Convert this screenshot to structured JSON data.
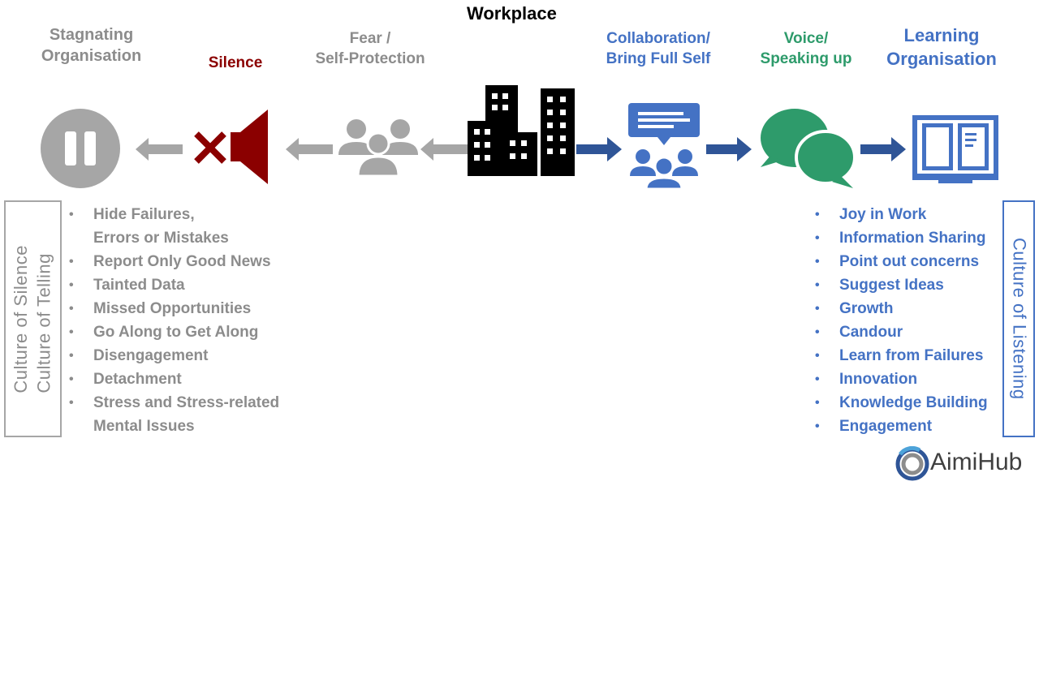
{
  "title": "Workplace",
  "stages": {
    "stagnating": "Stagnating\nOrganisation",
    "silence": "Silence",
    "fear": "Fear /\nSelf-Protection",
    "collaboration": "Collaboration/\nBring Full Self",
    "voice": "Voice/\nSpeaking up",
    "learning": "Learning\nOrganisation"
  },
  "left_box": {
    "line1": "Culture of Silence",
    "line2": "Culture of Telling"
  },
  "right_box": {
    "label": "Culture of Listening"
  },
  "negative_items": [
    "Hide Failures,",
    "Errors or Mistakes",
    "Report Only Good News",
    "Tainted Data",
    "Missed Opportunities",
    "Go Along to Get Along",
    "Disengagement",
    "Detachment",
    "Stress and Stress-related",
    "Mental Issues"
  ],
  "positive_items": [
    "Joy in Work",
    "Information Sharing",
    "Point out concerns",
    "Suggest Ideas",
    "Growth",
    "Candour",
    "Learn from Failures",
    "Innovation",
    "Knowledge Building",
    "Engagement"
  ],
  "brand": "AimiHub",
  "colors": {
    "gray": "#8c8c8c",
    "dark_red": "#8b0000",
    "blue": "#4472c4",
    "navy_arrow": "#2f5597",
    "green": "#2e9b6b",
    "black": "#000000"
  },
  "icons": [
    "pause-icon",
    "muted-speaker-icon",
    "people-group-icon",
    "office-buildings-icon",
    "chat-people-icon",
    "speech-bubbles-icon",
    "open-book-icon",
    "aimihub-logo-icon"
  ]
}
